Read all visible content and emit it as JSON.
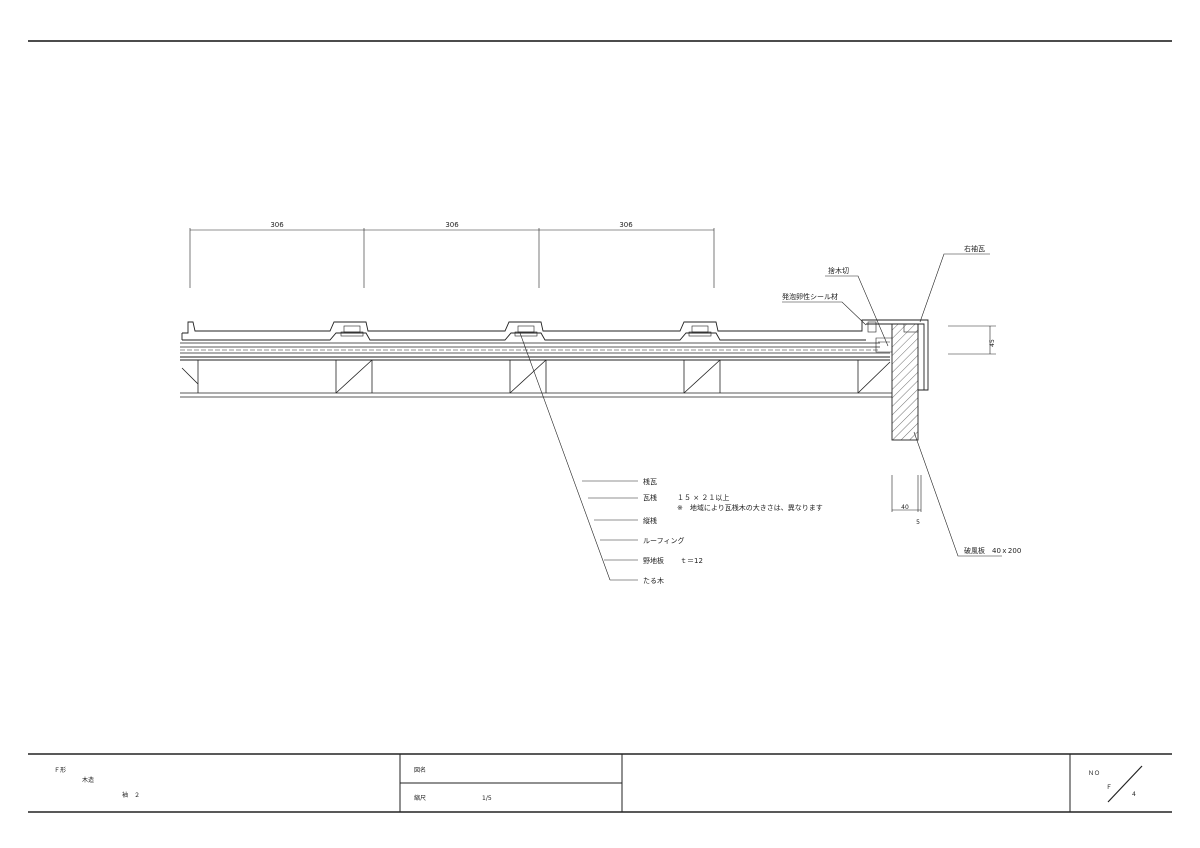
{
  "drawing": {
    "dimensions": {
      "span_1": "306",
      "span_2": "306",
      "span_3": "306",
      "dim_45": "45",
      "dim_40": "40",
      "dim_5": "5"
    },
    "callouts": {
      "right_sode_tile": "右袖瓦",
      "shiki_cut": "捨木切",
      "foam_seal": "発泡卵性シール材",
      "board": "破風板　40ｘ200"
    },
    "legend": [
      {
        "label": "桟瓦",
        "note": ""
      },
      {
        "label": "瓦桟",
        "note": "１５ × ２１以上"
      },
      {
        "label": "",
        "note": "※　地域により瓦桟木の大きさは、異なります"
      },
      {
        "label": "縦桟",
        "note": ""
      },
      {
        "label": "ルーフィング",
        "note": ""
      },
      {
        "label": "野地板",
        "note": "ｔ＝12"
      },
      {
        "label": "たる木",
        "note": ""
      }
    ]
  },
  "title_block": {
    "type_label": "Ｆ形",
    "structure": "木造",
    "sode": "袖　２",
    "drawing_name_label": "図名",
    "scale_label": "縮尺",
    "scale_value": "1/5",
    "no_label": "ＮＯ",
    "sheet_code": "Ｆ",
    "sheet_number": "4"
  }
}
